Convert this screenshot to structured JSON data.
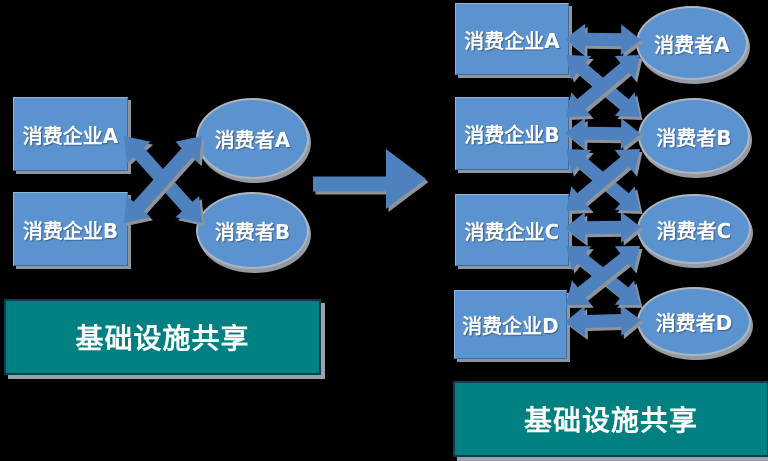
{
  "colors": {
    "background": "#000000",
    "node_blue": "#5b93d0",
    "arrow_blue": "#4e81bd",
    "arrow_shadow": "#8e949b",
    "teal": "#008080",
    "text": "#ffffff"
  },
  "left_diagram": {
    "enterprises": [
      {
        "label": "消费企业A"
      },
      {
        "label": "消费企业B"
      }
    ],
    "consumers": [
      {
        "label": "消费者A"
      },
      {
        "label": "消费者B"
      }
    ],
    "connections": [
      {
        "from": "消费企业A",
        "to": "消费者B",
        "bidirectional": true
      },
      {
        "from": "消费企业B",
        "to": "消费者A",
        "bidirectional": true
      }
    ],
    "banner_label": "基础设施共享"
  },
  "transform_arrow_icon": "right-arrow",
  "right_diagram": {
    "enterprises": [
      {
        "label": "消费企业A"
      },
      {
        "label": "消费企业B"
      },
      {
        "label": "消费企业C"
      },
      {
        "label": "消费企业D"
      }
    ],
    "consumers": [
      {
        "label": "消费者A"
      },
      {
        "label": "消费者B"
      },
      {
        "label": "消费者C"
      },
      {
        "label": "消费者D"
      }
    ],
    "connections": [
      {
        "from": "消费企业A",
        "to": "消费者A",
        "bidirectional": true
      },
      {
        "from": "消费企业B",
        "to": "消费者B",
        "bidirectional": true
      },
      {
        "from": "消费企业C",
        "to": "消费者C",
        "bidirectional": true
      },
      {
        "from": "消费企业D",
        "to": "消费者D",
        "bidirectional": true
      },
      {
        "from": "消费企业A",
        "to": "消费者B",
        "bidirectional": true
      },
      {
        "from": "消费企业B",
        "to": "消费者A",
        "bidirectional": true
      },
      {
        "from": "消费企业B",
        "to": "消费者C",
        "bidirectional": true
      },
      {
        "from": "消费企业C",
        "to": "消费者B",
        "bidirectional": true
      },
      {
        "from": "消费企业C",
        "to": "消费者D",
        "bidirectional": true
      },
      {
        "from": "消费企业D",
        "to": "消费者C",
        "bidirectional": true
      }
    ],
    "banner_label": "基础设施共享"
  }
}
